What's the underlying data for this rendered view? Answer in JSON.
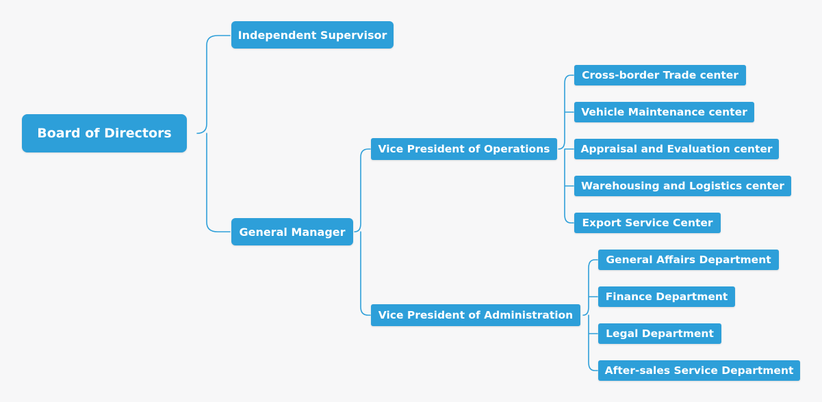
{
  "org_chart": {
    "root": "Board of Directors",
    "level1": {
      "supervisor": "Independent Supervisor",
      "general_manager": "General Manager"
    },
    "vice_presidents": {
      "operations": "Vice President of Operations",
      "administration": "Vice President of Administration"
    },
    "operations_centers": [
      "Cross-border Trade center",
      "Vehicle Maintenance center",
      "Appraisal and Evaluation center",
      "Warehousing and Logistics center",
      "Export Service Center"
    ],
    "administration_departments": [
      "General Affairs Department",
      "Finance Department",
      "Legal Department",
      "After-sales Service Department"
    ],
    "colors": {
      "node_fill": "#2d9fd9",
      "node_text": "#ffffff",
      "connector": "#2d9fd9",
      "background": "#f7f7f8"
    }
  }
}
